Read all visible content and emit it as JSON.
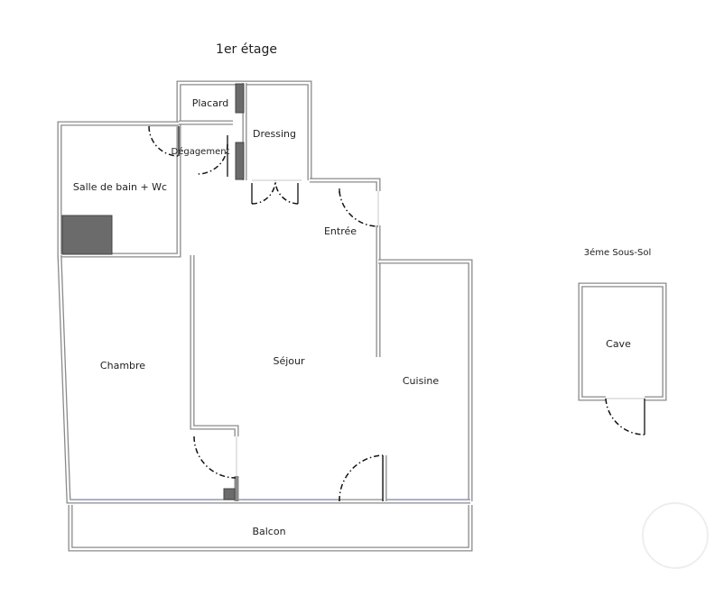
{
  "floors": {
    "main_title": "1er étage",
    "basement_title": "3éme Sous-Sol"
  },
  "rooms": {
    "placard": "Placard",
    "dressing": "Dressing",
    "degagement": "Dégagement",
    "salle_de_bain": "Salle de bain + Wc",
    "entree": "Entrée",
    "chambre": "Chambre",
    "sejour": "Séjour",
    "cuisine": "Cuisine",
    "balcon": "Balcon",
    "cave": "Cave"
  },
  "colors": {
    "wall": "#8a8a8a",
    "fill_dark": "#6b6b6b",
    "door": "#111111",
    "window": "#6f7fb0"
  }
}
